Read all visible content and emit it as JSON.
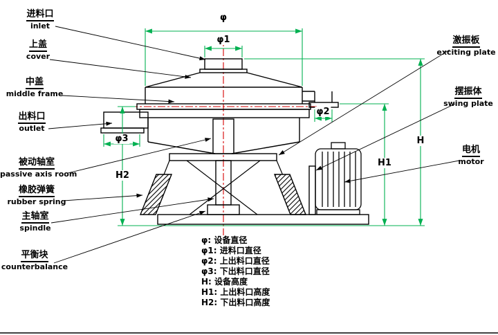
{
  "diagram": {
    "type": "technical-drawing",
    "subject": "rotary vibrating sieve cross-section with dimension callouts",
    "labels_left": [
      {
        "zh": "进料口",
        "en": "inlet"
      },
      {
        "zh": "上盖",
        "en": "cover"
      },
      {
        "zh": "中盖",
        "en": "middle frame"
      },
      {
        "zh": "出料口",
        "en": "outlet"
      },
      {
        "zh": "被动轴室",
        "en": "passive axis room"
      },
      {
        "zh": "橡胶弹簧",
        "en": "rubber spring"
      },
      {
        "zh": "主轴室",
        "en": "spindle"
      },
      {
        "zh": "平衡块",
        "en": "counterbalance"
      }
    ],
    "labels_right": [
      {
        "zh": "激振板",
        "en": "exciting plate"
      },
      {
        "zh": "摆振体",
        "en": "swing plate"
      },
      {
        "zh": "电机",
        "en": "motor"
      }
    ],
    "dims": {
      "phi": "φ",
      "phi1": "φ1",
      "phi2": "φ2",
      "phi3": "φ3",
      "h": "H",
      "h1": "H1",
      "h2": "H2"
    },
    "legend": [
      "φ: 设备直径",
      "φ1: 进料口直径",
      "φ2: 上出料口直径",
      "φ3: 下出料口直径",
      "H: 设备高度",
      "H1: 上出料口高度",
      "H2: 下出料口高度"
    ],
    "colors": {
      "drawing_line": "#000000",
      "dimension_line": "#00b050",
      "centerline": "#d40000",
      "background": "#ffffff"
    }
  }
}
